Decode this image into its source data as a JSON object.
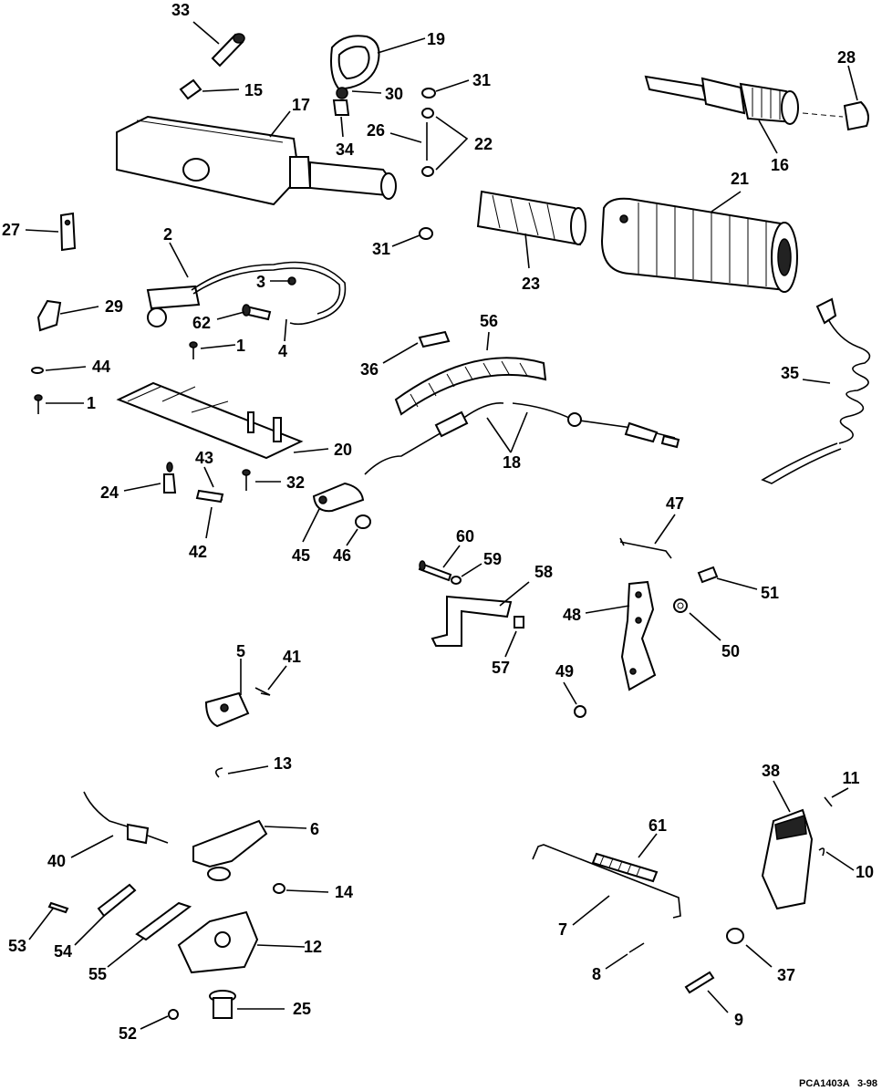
{
  "diagram": {
    "drawing_code": "PCA1403A",
    "date_code": "3-98",
    "callouts": [
      "33",
      "19",
      "31",
      "15",
      "17",
      "30",
      "26",
      "22",
      "34",
      "28",
      "16",
      "21",
      "27",
      "2",
      "31",
      "23",
      "3",
      "29",
      "62",
      "1",
      "4",
      "56",
      "36",
      "44",
      "1",
      "35",
      "20",
      "18",
      "43",
      "24",
      "32",
      "42",
      "45",
      "46",
      "47",
      "60",
      "59",
      "58",
      "51",
      "48",
      "50",
      "5",
      "41",
      "57",
      "49",
      "13",
      "38",
      "11",
      "6",
      "61",
      "40",
      "14",
      "10",
      "53",
      "54",
      "12",
      "55",
      "7",
      "37",
      "8",
      "25",
      "52",
      "9"
    ]
  }
}
